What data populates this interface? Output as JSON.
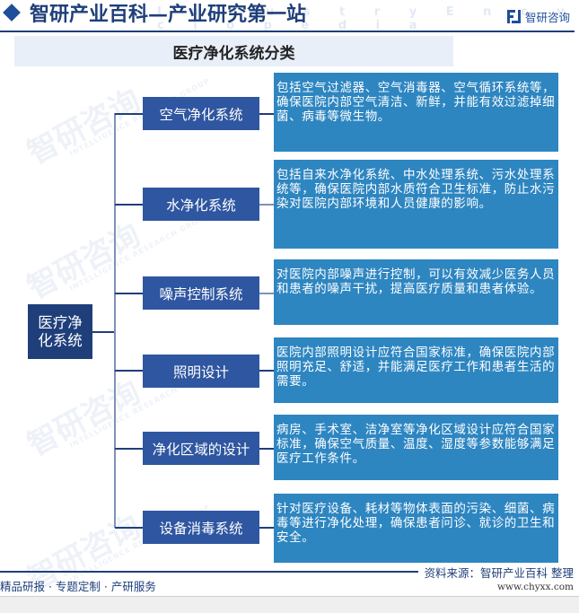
{
  "header": {
    "title": "智研产业百科—产业研究第一站",
    "ghost_text": "I n d u s t r y   E n c y c l o p e d i a",
    "logo_text": "智研咨询"
  },
  "diagram": {
    "title": "医疗净化系统分类",
    "root": "医疗净化系统",
    "branches": [
      {
        "label": "空气净化系统",
        "description": "包括空气过滤器、空气消毒器、空气循环系统等，确保医院内部空气清洁、新鲜，并能有效过滤掉细菌、病毒等微生物。"
      },
      {
        "label": "水净化系统",
        "description": "包括自来水净化系统、中水处理系统、污水处理系统等，确保医院内部水质符合卫生标准，防止水污染对医院内部环境和人员健康的影响。"
      },
      {
        "label": "噪声控制系统",
        "description": "对医院内部噪声进行控制，可以有效减少医务人员和患者的噪声干扰，提高医疗质量和患者体验。"
      },
      {
        "label": "照明设计",
        "description": "医院内部照明设计应符合国家标准，确保医院内部照明充足、舒适，并能满足医疗工作和患者生活的需要。"
      },
      {
        "label": "净化区域的设计",
        "description": "病房、手术室、洁净室等净化区域设计应符合国家标准，确保空气质量、温度、湿度等参数能够满足医疗工作条件。"
      },
      {
        "label": "设备消毒系统",
        "description": "针对医疗设备、耗材等物体表面的污染、细菌、病毒等进行净化处理，确保患者问诊、就诊的卫生和安全。"
      }
    ]
  },
  "watermark": {
    "text": "智研咨询",
    "sub": "INTELLIGENCE RESEARCH GROUP"
  },
  "footer": {
    "tagline": "精品研报 · 专题定制 · 产研服务",
    "source": "资料来源：智研产业百科 整理",
    "url": "www.chyxx.com"
  },
  "colors": {
    "navy": "#1f3f7a",
    "branch_blue": "#2f56a0",
    "desc_blue": "#2e86c1",
    "title_band": "#e9eff8"
  }
}
